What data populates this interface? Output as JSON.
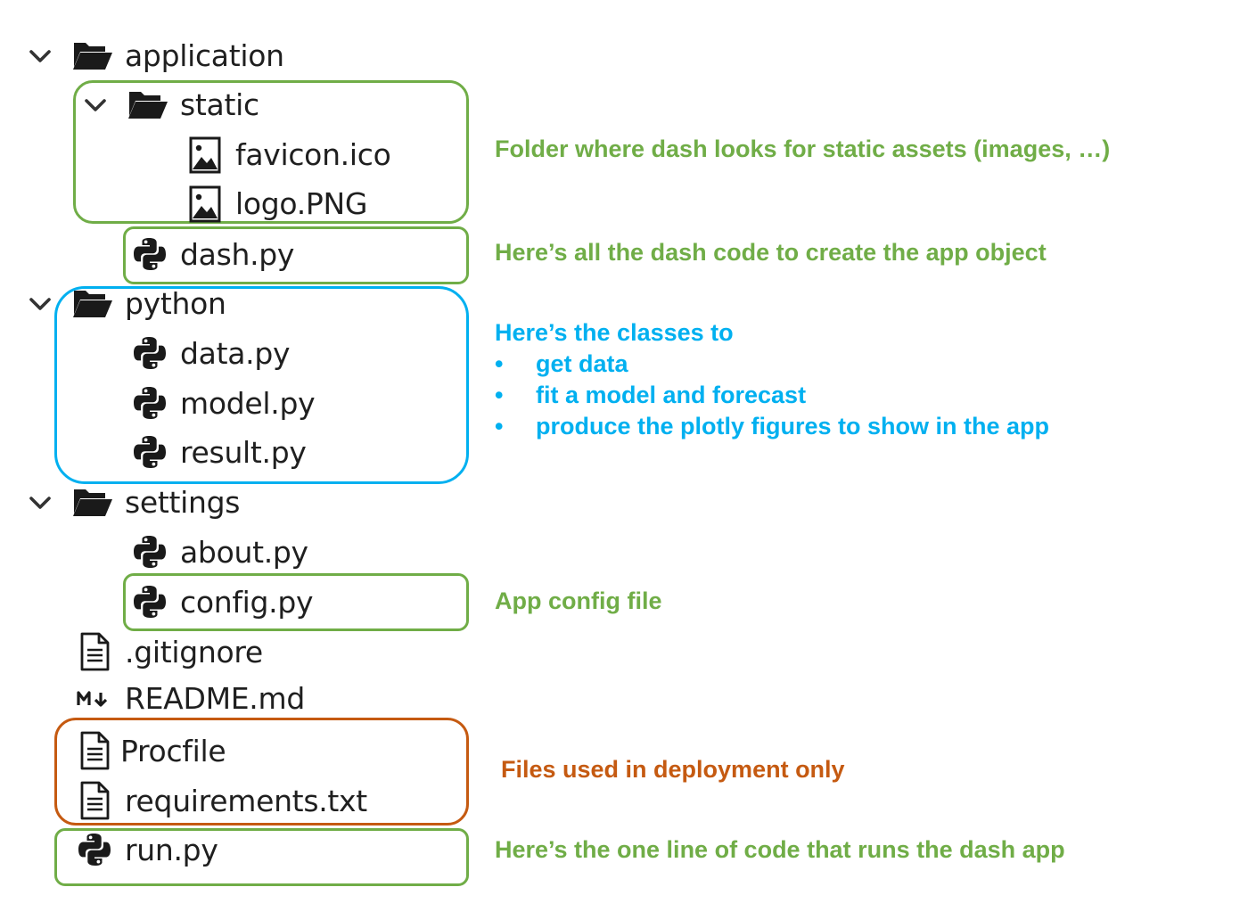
{
  "colors": {
    "green": "#70ad47",
    "blue": "#00b0f0",
    "orange": "#c55a11",
    "text": "#1f1f1f"
  },
  "tree": {
    "application": "application",
    "static": "static",
    "favicon": "favicon.ico",
    "logo": "logo.PNG",
    "dash": "dash.py",
    "python": "python",
    "data": "data.py",
    "model": "model.py",
    "result": "result.py",
    "settings": "settings",
    "about": "about.py",
    "config": "config.py",
    "gitignore": ".gitignore",
    "readme": "README.md",
    "procfile": "Procfile",
    "requirements": "requirements.txt",
    "run": "run.py"
  },
  "icons": {
    "chevron": "chevron-down-icon",
    "folder": "folder-open-icon",
    "image": "image-file-icon",
    "python": "python-icon",
    "text": "text-file-icon",
    "markdown": "markdown-icon"
  },
  "notes": {
    "static": "Folder where dash looks for static assets (images, …)",
    "dash": "Here’s all the dash code to create the app object",
    "python_title": "Here’s the classes to",
    "python_bullets": [
      "get data",
      "fit a model and forecast",
      "produce the plotly figures to show in the app"
    ],
    "bullet_char": "•",
    "config": "App config file",
    "deploy": "Files used in deployment only",
    "run": "Here’s the one line of code that runs the dash app"
  }
}
